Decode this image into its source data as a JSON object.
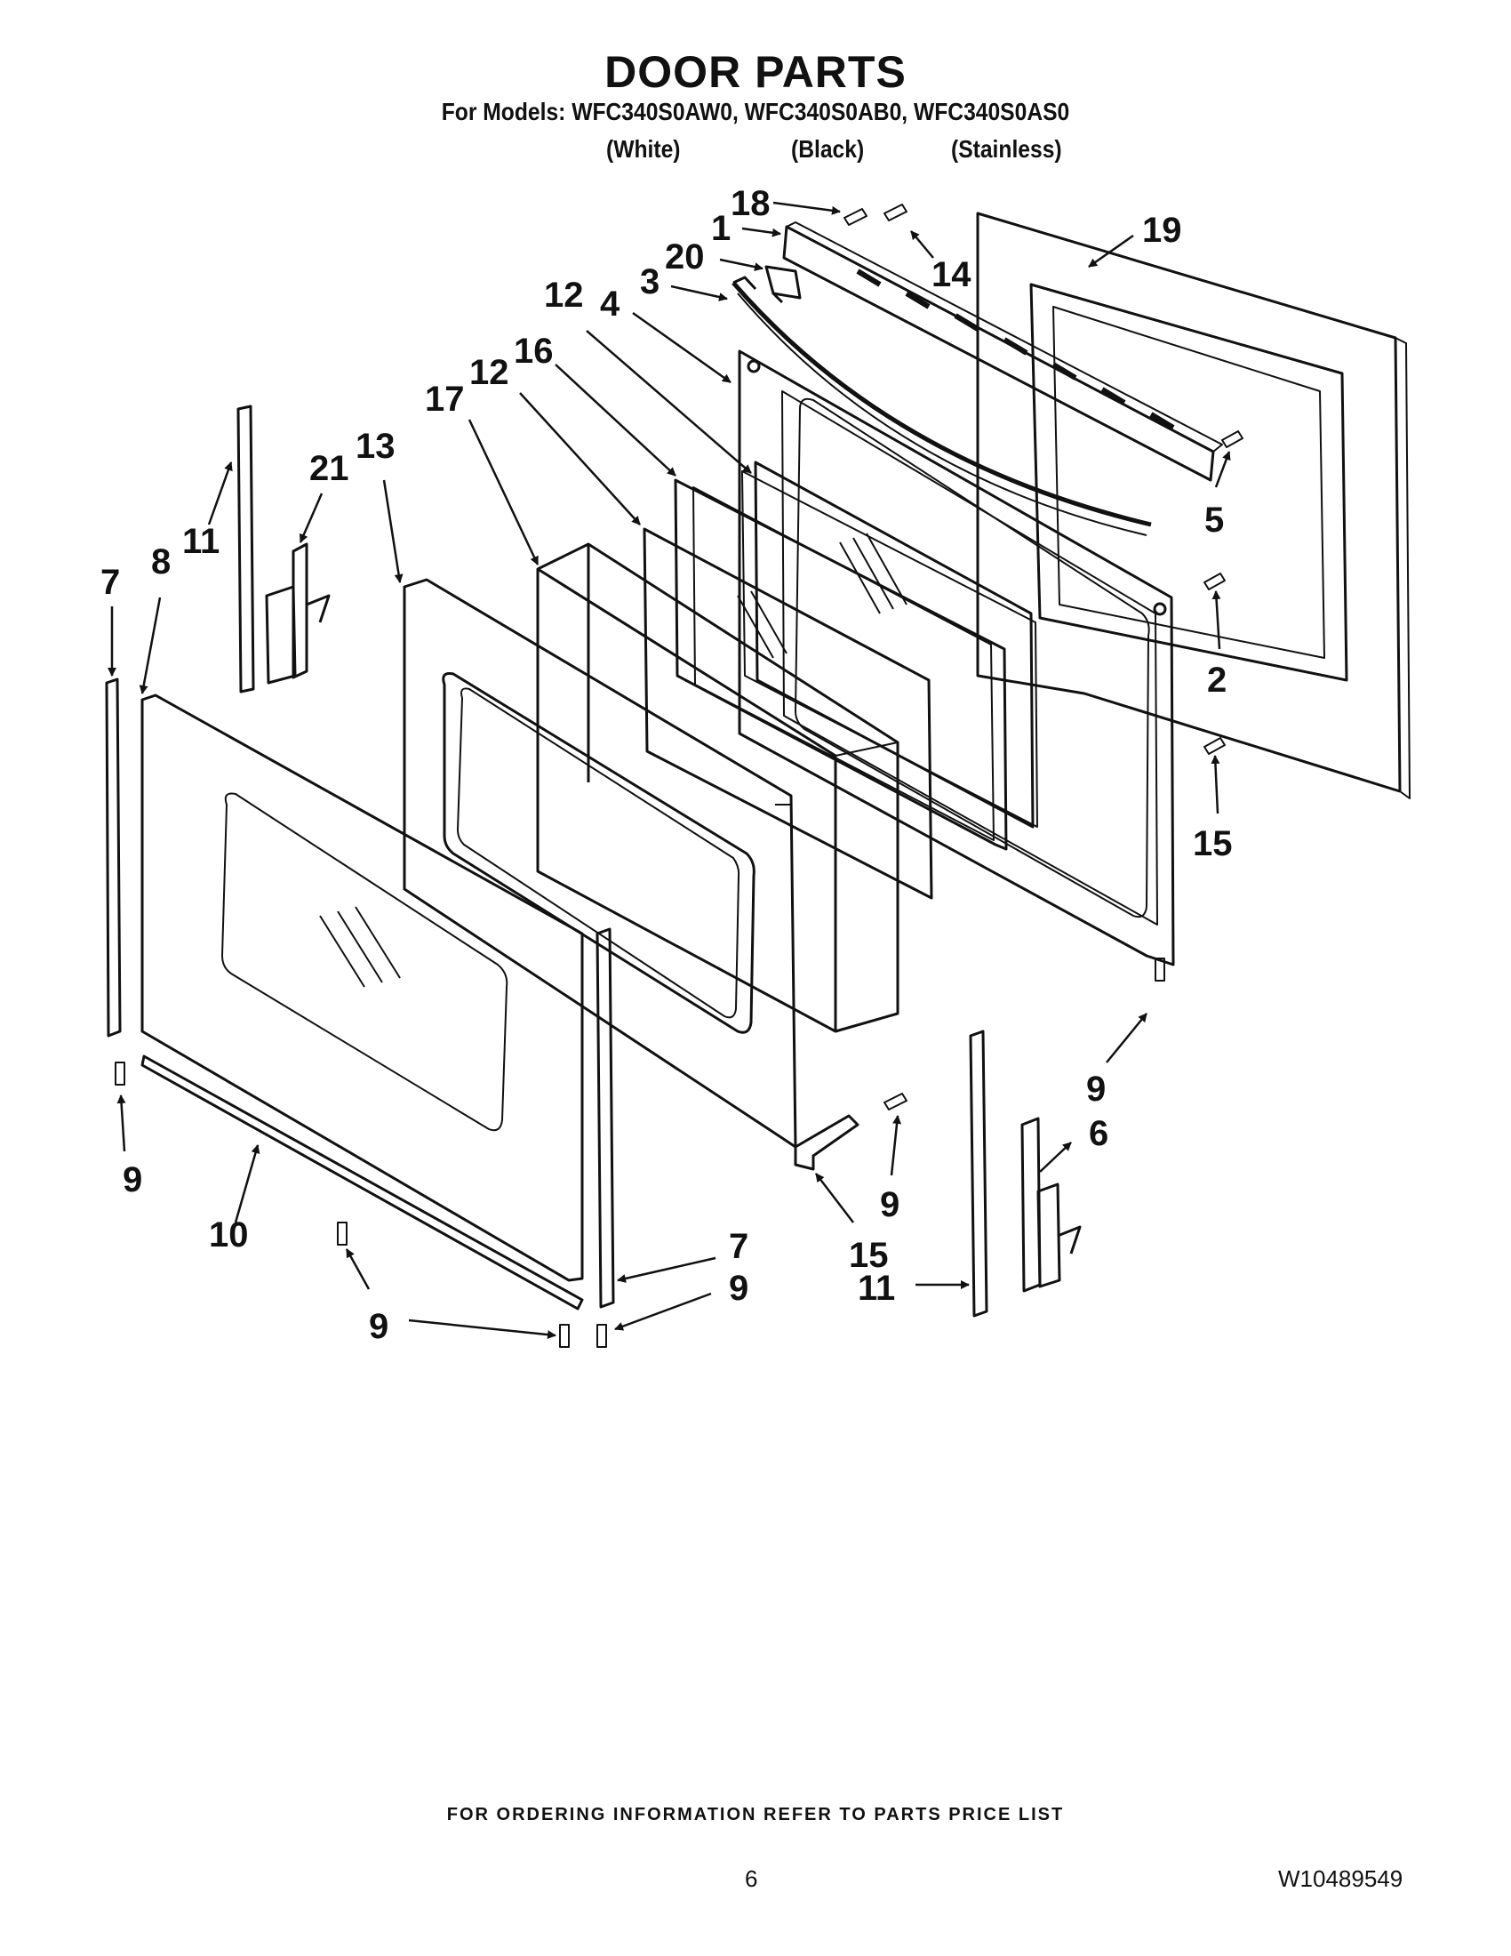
{
  "header": {
    "title": "DOOR PARTS",
    "models_line": "For Models: WFC340S0AW0, WFC340S0AB0, WFC340S0AS0",
    "variants": [
      "(White)",
      "(Black)",
      "(Stainless)"
    ]
  },
  "callouts": {
    "c18": "18",
    "c1": "1",
    "c14": "14",
    "c19": "19",
    "c20": "20",
    "c3": "3",
    "c4": "4",
    "c12a": "12",
    "c16": "16",
    "c12b": "12",
    "c17": "17",
    "c13": "13",
    "c21": "21",
    "c11a": "11",
    "c8": "8",
    "c7a": "7",
    "c5": "5",
    "c2": "2",
    "c15a": "15",
    "c9a": "9",
    "c6": "6",
    "c9b": "9",
    "c10": "10",
    "c15b": "15",
    "c9c": "9",
    "c7b": "7",
    "c9d": "9",
    "c11b": "11",
    "c9e": "9"
  },
  "footer": {
    "ordering_note": "FOR ORDERING INFORMATION REFER TO PARTS PRICE LIST",
    "page_number": "6",
    "document_number": "W10489549"
  }
}
